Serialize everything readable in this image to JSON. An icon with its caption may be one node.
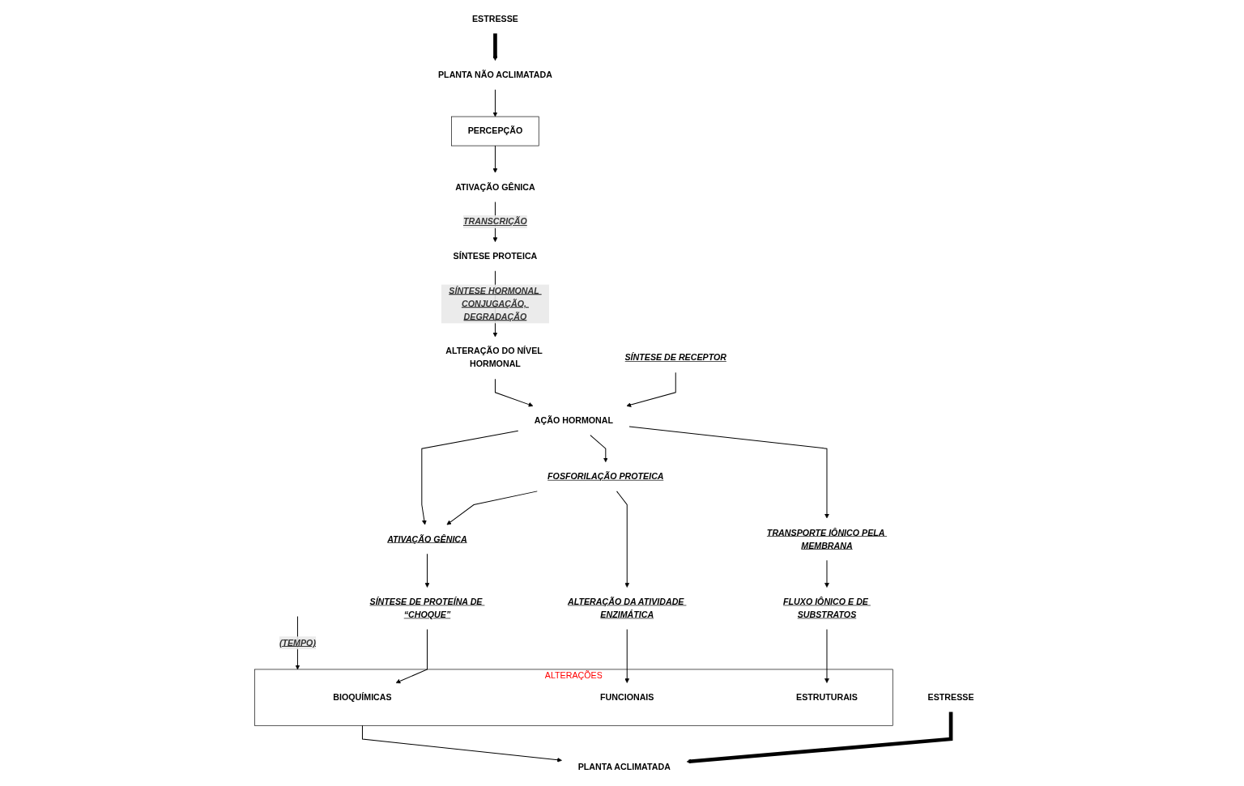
{
  "diagram": {
    "nodes": [
      {
        "text": [
          "ESTRESSE"
        ]
      },
      {
        "text": [
          "PLANTA NÃO ACLIMATADA"
        ]
      },
      {
        "text": [
          "PERCEPÇÃO"
        ]
      },
      {
        "text": [
          "ATIVAÇÃO GÊNICA"
        ]
      },
      {
        "text": [
          "SÍNTESE PROTEICA"
        ]
      },
      {
        "text": [
          "SÍNTESE DE RECEPTOR"
        ]
      },
      {
        "text": [
          "ALTERAÇÃO DO NÍVEL HORMONAL"
        ]
      },
      {
        "text": [
          "AÇÃO HORMONAL"
        ]
      },
      {
        "text": [
          "ESTRESSE"
        ]
      },
      {
        "text": [
          "PLANTA ACLIMATADA"
        ]
      },
      {
        "text": [
          "ALTERAÇÕES"
        ]
      },
      {
        "text": [
          "BIOQUÍMICAS"
        ],
        "in": 10
      },
      {
        "text": [
          "FUNCIONAIS"
        ],
        "in": 10
      },
      {
        "text": [
          "ESTRUTURAIS"
        ],
        "in": 10
      },
      {
        "text": [
          "SÍNTESE DE PROTEÍNA DE “CHOQUE”"
        ]
      },
      {
        "text": [
          "ALTERAÇÃO DA ATIVIDADE ENZIMÁTICA"
        ]
      },
      {
        "text": [
          "FLUXO IÔNICO E DE SUBSTRATOS"
        ]
      },
      {
        "text": [
          "ATIVAÇÃO GÊNICA"
        ]
      },
      {
        "text": [
          "FOSFORILAÇÃO PROTEICA"
        ]
      },
      {
        "text": [
          "TRANSPORTE IÔNICO PELA MEMBRANA"
        ]
      }
    ],
    "edges": [
      {
        "from": 0,
        "to": 1,
        "arrow": "to",
        "style": "thick"
      },
      {
        "from": 1,
        "to": 2,
        "arrow": "to"
      },
      {
        "from": 2,
        "to": 3,
        "arrow": "to"
      },
      {
        "from": 3,
        "to": 4,
        "arrow": "to",
        "label": "TRANSCRIÇÃO"
      },
      {
        "from": 4,
        "to": 6,
        "arrow": "to",
        "label": "SÍNTESE HORMONAL CONJUGAÇÃO, DEGRADAÇÃO"
      },
      {
        "from": 5,
        "to": 7,
        "arrow": "to"
      },
      {
        "from": 6,
        "to": 7,
        "arrow": "to"
      },
      {
        "from": null,
        "to": 10,
        "arrow": "to",
        "label": "(TEMPO)"
      },
      {
        "from": 10,
        "to": 9,
        "arrow": "to"
      },
      {
        "from": 8,
        "to": 9,
        "arrow": "to",
        "style": "thick"
      },
      {
        "from": 14,
        "to": 11,
        "arrow": "to"
      },
      {
        "from": 15,
        "to": 12,
        "arrow": "to"
      },
      {
        "from": 16,
        "to": 13,
        "arrow": "to"
      },
      {
        "from": 17,
        "to": 14,
        "arrow": "to"
      },
      {
        "from": 18,
        "to": 15,
        "arrow": "to"
      },
      {
        "from": 19,
        "to": 16,
        "arrow": "to"
      },
      {
        "from": 18,
        "to": 17,
        "arrow": "to"
      },
      {
        "from": 7,
        "to": 17,
        "arrow": "to"
      },
      {
        "from": 7,
        "to": 18,
        "arrow": "to"
      },
      {
        "from": 7,
        "to": 19,
        "arrow": "to"
      }
    ]
  }
}
